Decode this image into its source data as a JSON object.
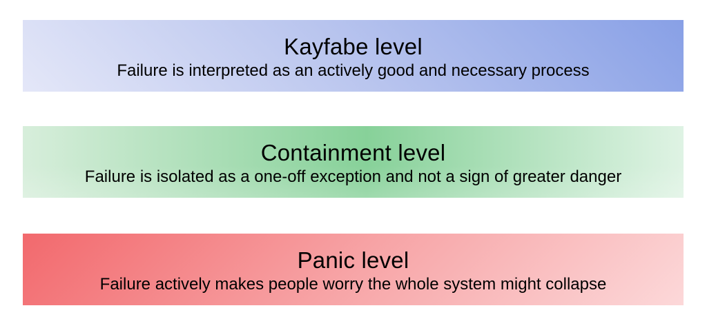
{
  "page": {
    "background_color": "#ffffff",
    "text_color": "#000000"
  },
  "levels": [
    {
      "id": "kayfabe",
      "title": "Kayfabe level",
      "description": "Failure is interpreted as an actively good and necessary process",
      "gradient": {
        "style": "diagonal-dark-top-right-to-light-bottom-left",
        "dark": "#88a0e6",
        "mid": "#b8c4ee",
        "light": "#e4e7f8"
      }
    },
    {
      "id": "containment",
      "title": "Containment level",
      "description": "Failure is isolated as a one-off exception and not a sign of greater danger",
      "gradient": {
        "style": "horizontal-light-edges-dark-center",
        "edge_left": "#d7eedb",
        "center": "#87d199",
        "edge_right": "#dff3e4"
      }
    },
    {
      "id": "panic",
      "title": "Panic level",
      "description": "Failure actively makes people worry the whole system might collapse",
      "gradient": {
        "style": "diagonal-dark-top-left-to-light-bottom-right",
        "dark": "#f2696d",
        "mid": "#f7a4a6",
        "light": "#fcd8d9"
      }
    }
  ]
}
